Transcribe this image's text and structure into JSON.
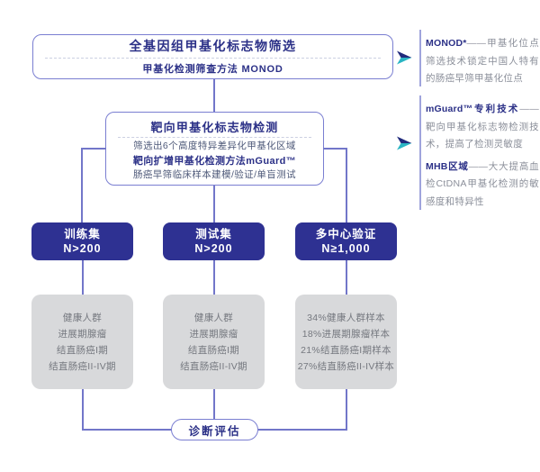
{
  "colors": {
    "navy": "#2b3087",
    "indigo-border": "#7a7ed1",
    "connector": "#7276c9",
    "deep-blue-fill": "#2e3192",
    "teal": "#2ab5c3",
    "arrow-navy": "#202a7c",
    "slate-text": "#4d5878",
    "gray-box-bg": "#d8d9db",
    "gray-box-text": "#75787f",
    "annotation-gray": "#8b8f9a",
    "ann-line": "#9fa4dc",
    "dashed": "#ccd0e2"
  },
  "flow": {
    "top_box": {
      "title": "全基因组甲基化标志物筛选",
      "subtitle": "甲基化检测筛查方法 MONOD"
    },
    "target_box": {
      "title": "靶向甲基化标志物检测",
      "line1": "筛选出6个高度特异差异化甲基化区域",
      "line2": "靶向扩增甲基化检测方法mGuard™",
      "line3": "肠癌早筛临床样本建模/验证/单盲测试"
    },
    "cohorts": [
      {
        "name": "训练集",
        "n": "N>200",
        "samples": [
          "健康人群",
          "进展期腺瘤",
          "结直肠癌I期",
          "结直肠癌II-IV期"
        ]
      },
      {
        "name": "测试集",
        "n": "N>200",
        "samples": [
          "健康人群",
          "进展期腺瘤",
          "结直肠癌I期",
          "结直肠癌II-IV期"
        ]
      },
      {
        "name": "多中心验证",
        "n": "N≥1,000",
        "samples": [
          "34%健康人群样本",
          "18%进展期腺瘤样本",
          "21%结直肠癌I期样本",
          "27%结直肠癌II-IV样本"
        ]
      }
    ],
    "result": {
      "label": "诊断评估"
    }
  },
  "annotations": {
    "monod": {
      "lead": "MONOD*",
      "rest": "——甲基化位点筛选技术锁定中国人特有的肠癌早筛甲基化位点"
    },
    "mguard": {
      "lead": "mGuard™专利技术",
      "rest": "——靶向甲基化标志物检测技术，提高了检测灵敏度"
    },
    "mhb": {
      "lead": "MHB区域",
      "rest": "——大大提高血检CtDNA甲基化检测的敏感度和特异性"
    }
  }
}
